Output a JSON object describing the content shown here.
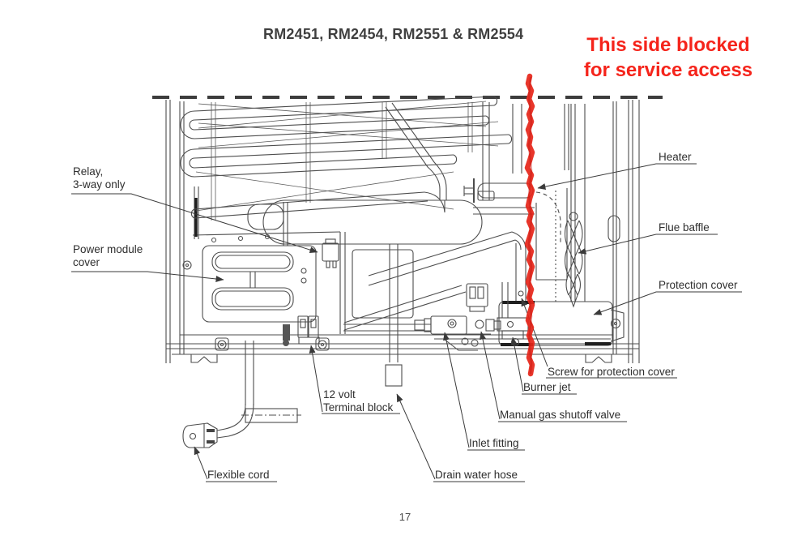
{
  "page": {
    "title": "RM2451, RM2454, RM2551 & RM2554",
    "page_number": "17"
  },
  "annotation": {
    "line1": "This side blocked",
    "line2": "for service access"
  },
  "labels": {
    "relay": {
      "line1": "Relay,",
      "line2": "3-way only"
    },
    "power_module": {
      "line1": "Power module",
      "line2": "cover"
    },
    "heater": {
      "text": "Heater"
    },
    "flue_baffle": {
      "text": "Flue baffle"
    },
    "protection_cover": {
      "text": "Protection cover"
    },
    "screw_protection_cover": {
      "text": "Screw for protection cover"
    },
    "burner_jet": {
      "text": "Burner jet"
    },
    "manual_gas_valve": {
      "text": "Manual gas shutoff valve"
    },
    "inlet_fitting": {
      "text": "Inlet fitting"
    },
    "drain_water_hose": {
      "text": "Drain water hose"
    },
    "flexible_cord": {
      "text": "Flexible cord"
    },
    "terminal": {
      "line1": "12 volt",
      "line2": "Terminal block"
    }
  },
  "colors": {
    "annotation_red": "#f5241b",
    "scribble_red": "#e62519",
    "line": "#4d4d4d",
    "text": "#2e2e2e"
  }
}
